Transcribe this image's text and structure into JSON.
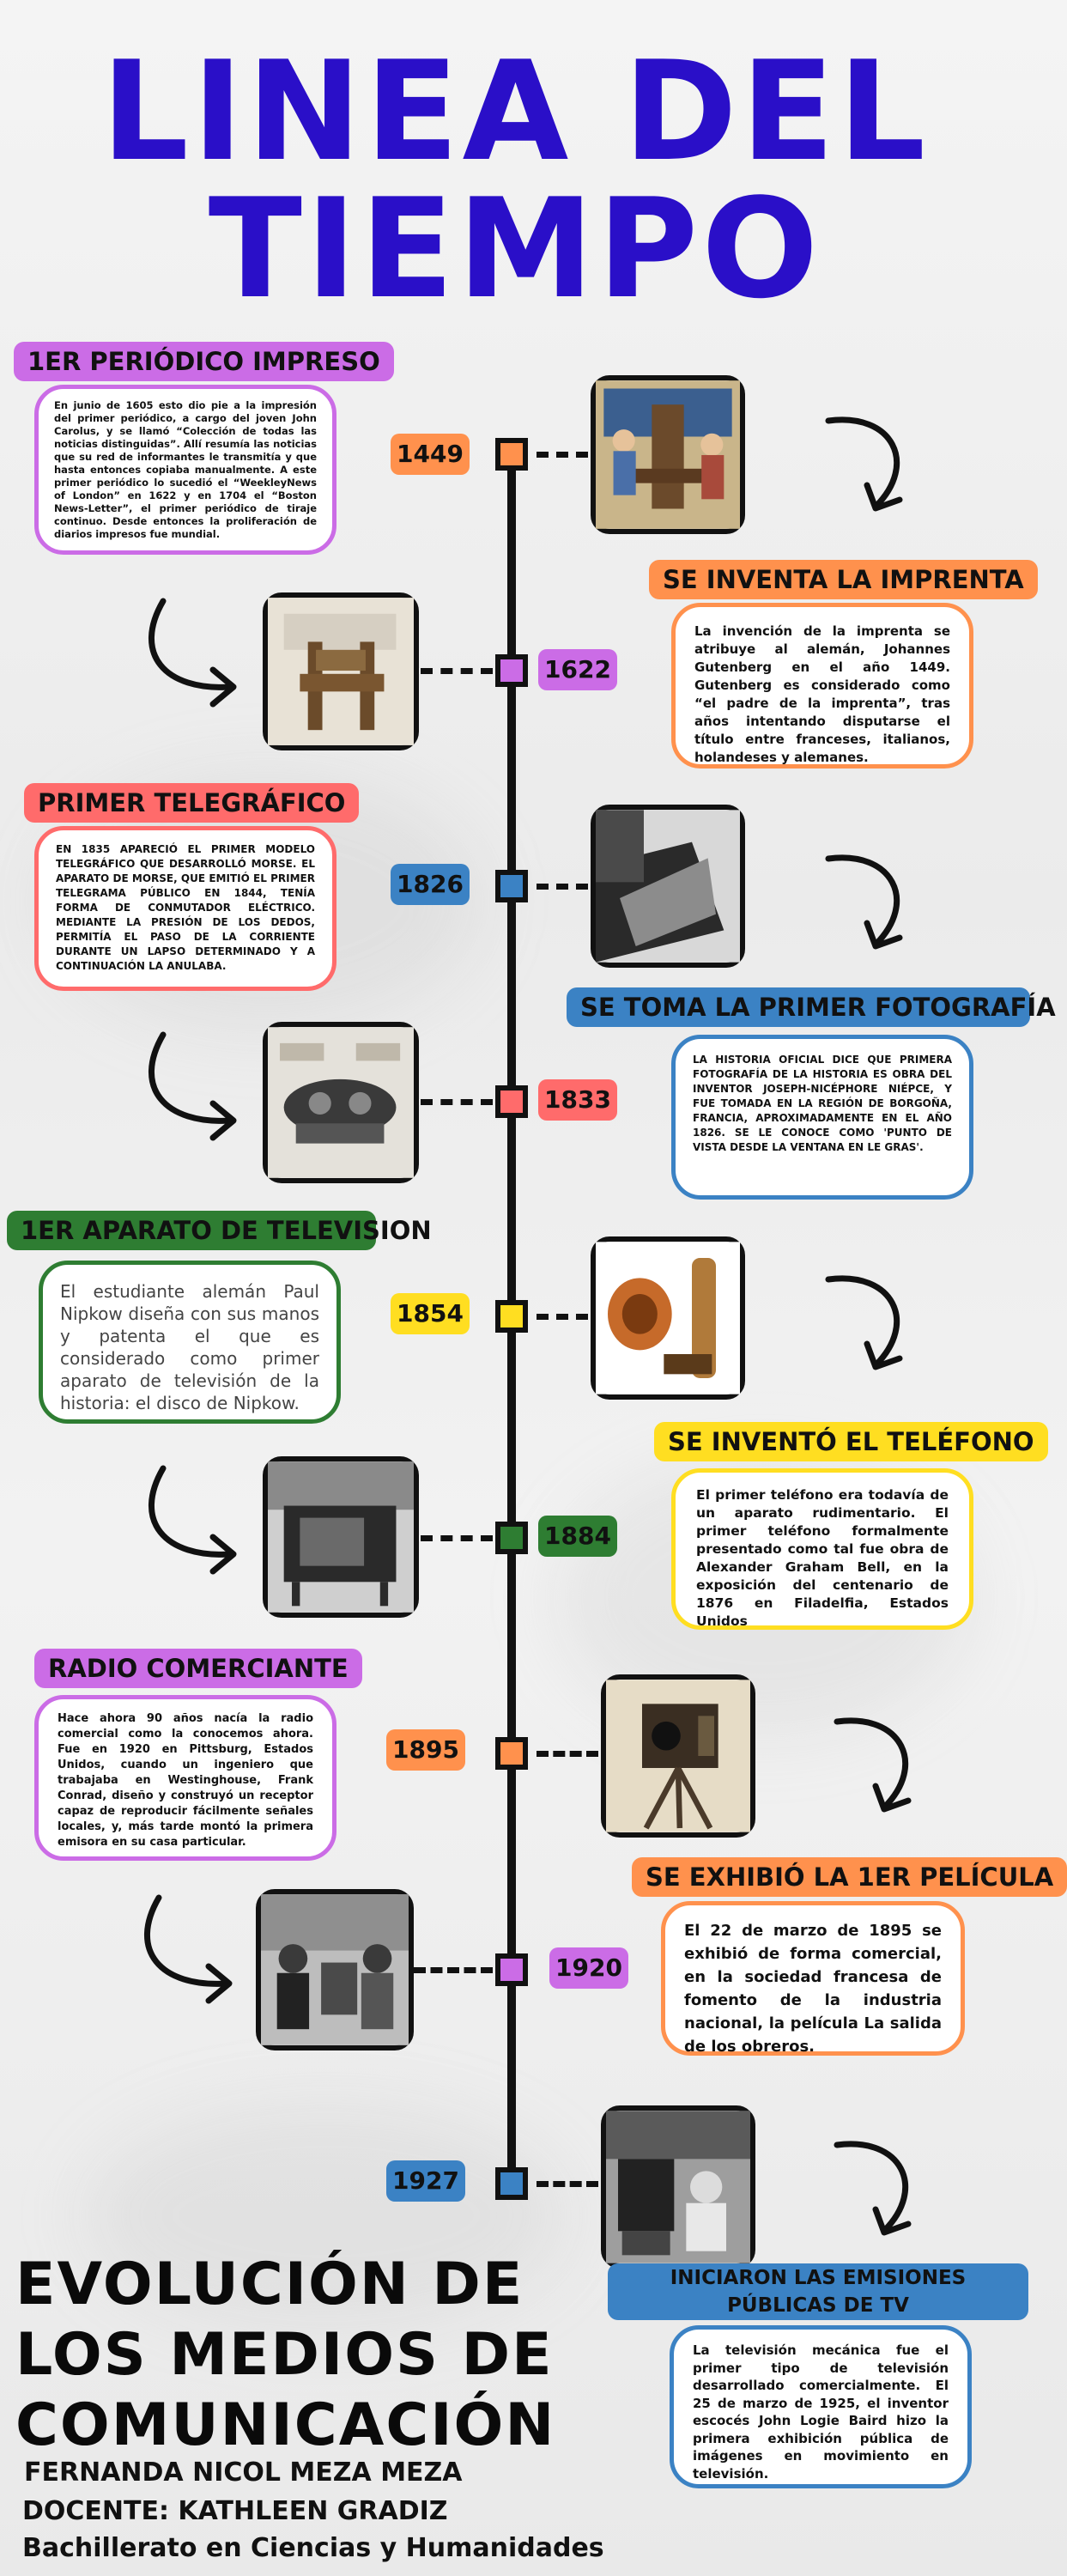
{
  "title": {
    "line1": "LINEA DEL",
    "line2": "TIEMPO"
  },
  "events": [
    {
      "year": "1449",
      "label": "1ER PERIÓDICO IMPRESO",
      "text": "En junio de 1605 esto dio pie a la impresión del primer periódico, a cargo del joven John Carolus, y se llamó “Colección de todas las noticias distinguidas”. Allí resumía las noticias que su red de informantes le transmitía y que hasta entonces copiaba manualmente. A este primer periódico lo sucedió el “WeekleyNews of London” en 1622 y en 1704 el “Boston News-Letter”, el primer periódico de tiraje continuo. Desde entonces la proliferación de diarios impresos fue mundial.",
      "image": "printing-press-illustration"
    },
    {
      "year": "1622",
      "label": "SE INVENTA LA IMPRENTA",
      "text": "La invención de la imprenta se atribuye al alemán, Johannes Gutenberg en el año 1449. Gutenberg es considerado como “el padre de la imprenta”, tras años intentando disputarse el título entre franceses, italianos, holandeses y alemanes.",
      "image": "printing-press-photo"
    },
    {
      "year": "1826",
      "label": "PRIMER TELEGRÁFICO",
      "text": "EN 1835 APARECIÓ EL PRIMER MODELO TELEGRÁFICO QUE DESARROLLÓ MORSE. EL APARATO DE MORSE, QUE EMITIÓ EL PRIMER TELEGRAMA PÚBLICO EN 1844, TENÍA FORMA DE CONMUTADOR ELÉCTRICO. MEDIANTE LA PRESIÓN DE LOS DEDOS, PERMITÍA EL PASO DE LA CORRIENTE DURANTE UN LAPSO DETERMINADO Y A CONTINUACIÓN LA ANULABA.",
      "image": "first-photograph"
    },
    {
      "year": "1833",
      "label": "SE TOMA LA PRIMER FOTOGRAFÍA",
      "text": "LA HISTORIA OFICIAL DICE QUE PRIMERA FOTOGRAFÍA DE LA HISTORIA ES OBRA DEL INVENTOR JOSEPH-NICÉPHORE NIÉPCE, Y FUE TOMADA EN LA REGIÓN DE BORGOÑA, FRANCIA, APROXIMADAMENTE EN EL AÑO 1826. SE LE CONOCE COMO 'PUNTO DE VISTA DESDE LA VENTANA EN LE GRAS'.",
      "image": "telegraph-machine"
    },
    {
      "year": "1854",
      "label": "1ER APARATO DE TELEVISION",
      "text": "El estudiante alemán Paul Nipkow diseña con sus manos y patenta el que es considerado como primer aparato de televisión de la historia: el disco de Nipkow.",
      "image": "antique-telephone"
    },
    {
      "year": "1884",
      "label": "SE INVENTÓ EL TELÉFONO",
      "text": "El primer teléfono era todavía de un aparato rudimentario. El primer teléfono formalmente presentado como tal fue obra de Alexander Graham Bell, en la exposición del centenario de 1876 en Filadelfia, Estados Unidos",
      "image": "early-television"
    },
    {
      "year": "1895",
      "label": "RADIO COMERCIANTE",
      "text": "Hace ahora 90 años nacía la radio comercial como la conocemos ahora. Fue en 1920 en Pittsburg, Estados Unidos, cuando un ingeniero que trabajaba en Westinghouse, Frank Conrad, diseño y construyó un receptor capaz de reproducir fácilmente señales locales, y, más tarde montó la primera emisora en su casa particular.",
      "image": "film-camera"
    },
    {
      "year": "1920",
      "label": "SE EXHIBIÓ LA 1ER PELÍCULA",
      "text": "El 22 de marzo de 1895 se exhibió de forma comercial, en la sociedad francesa de fomento de la industria nacional, la película La salida de los obreros.",
      "image": "radio-broadcast"
    },
    {
      "year": "1927",
      "label": "INICIARON LAS EMISIONES PÚBLICAS DE TV",
      "text": "La televisión mecánica fue el primer tipo de televisión desarrollado comercialmente. El 25 de marzo de 1925, el inventor escocés John Logie Baird hizo la primera exhibición pública de imágenes en movimiento en televisión.",
      "image": "tv-broadcast-room"
    }
  ],
  "footer": {
    "title_line1": "EVOLUCIÓN DE",
    "title_line2": "LOS MEDIOS DE",
    "title_line3": "COMUNICACIÓN",
    "author": "FERNANDA NICOL MEZA MEZA",
    "teacher": "DOCENTE: KATHLEEN GRADIZ",
    "program": "Bachillerato en Ciencias y Humanidades"
  },
  "colors": {
    "title": "#2a0fc8",
    "orange": "#ff914d",
    "purple": "#cb6ce6",
    "blue": "#3b82c4",
    "red": "#ff6b6b",
    "yellow": "#ffde21",
    "green": "#2e7d32"
  }
}
